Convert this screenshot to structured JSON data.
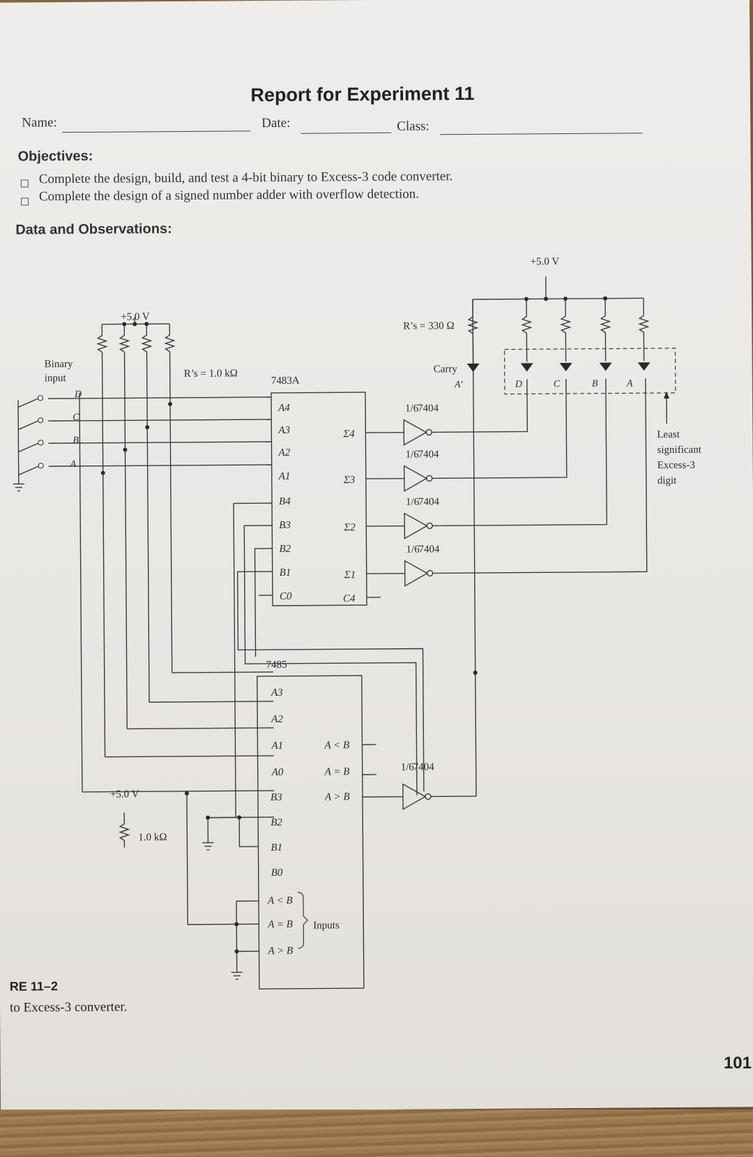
{
  "report_title": "Report for Experiment 11",
  "header": {
    "name_label": "Name:",
    "date_label": "Date:",
    "class_label": "Class:"
  },
  "objectives": {
    "heading": "Objectives:",
    "items": [
      "Complete the design, build, and test a 4-bit binary to Excess-3 code converter.",
      "Complete the design of a signed number adder with overflow detection."
    ]
  },
  "data_heading": "Data and Observations:",
  "schematic": {
    "supply_left": "+5.0 V",
    "supply_right": "+5.0 V",
    "supply_bottom": "+5.0 V",
    "binary_input_line1": "Binary",
    "binary_input_line2": "input",
    "input_labels": [
      "D",
      "C",
      "B",
      "A"
    ],
    "pullup_resistors": "R’s = 1.0 kΩ",
    "led_resistors": "R’s = 330 Ω",
    "bottom_resistor": "1.0 kΩ",
    "adder_chip": "7483A",
    "adder_inputs": [
      "A4",
      "A3",
      "A2",
      "A1",
      "B4",
      "B3",
      "B2",
      "B1",
      "C0"
    ],
    "adder_outputs": [
      "Σ4",
      "Σ3",
      "Σ2",
      "Σ1",
      "C4"
    ],
    "comparator_chip": "7485",
    "comparator_inputs": [
      "A3",
      "A2",
      "A1",
      "A0",
      "B3",
      "B2",
      "B1",
      "B0",
      "A < B",
      "A = B",
      "A > B"
    ],
    "comparator_outputs": [
      "A < B",
      "A = B",
      "A > B"
    ],
    "cascade_label": "Inputs",
    "inverter_fraction": "1/6",
    "inverter_part": "7404",
    "carry_label": "Carry",
    "carry_output": "A′",
    "led_labels": [
      "D",
      "C",
      "B",
      "A"
    ],
    "least_sig_lines": [
      "Least",
      "significant",
      "Excess-3",
      "digit"
    ]
  },
  "figure": {
    "number": "RE 11–2",
    "caption": "to Excess-3 converter."
  },
  "page_number": "101"
}
